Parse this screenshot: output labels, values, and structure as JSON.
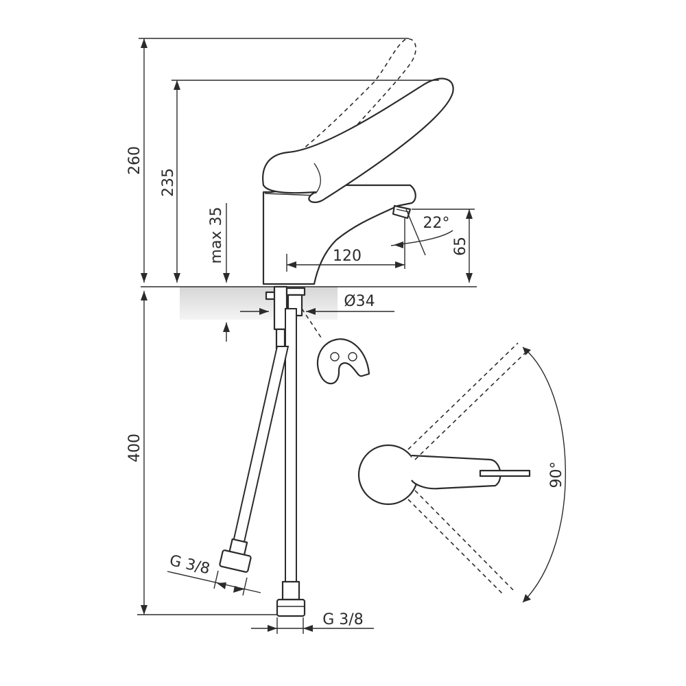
{
  "dimensions": {
    "total_height": "260",
    "lever_height": "235",
    "max_mount": "max 35",
    "spout_reach": "120",
    "spout_angle": "22°",
    "spout_height": "65",
    "hole_diameter": "Ø34",
    "hose_length": "400",
    "thread_left": "G 3/8",
    "thread_right": "G 3/8",
    "lever_rotation": "90°"
  }
}
